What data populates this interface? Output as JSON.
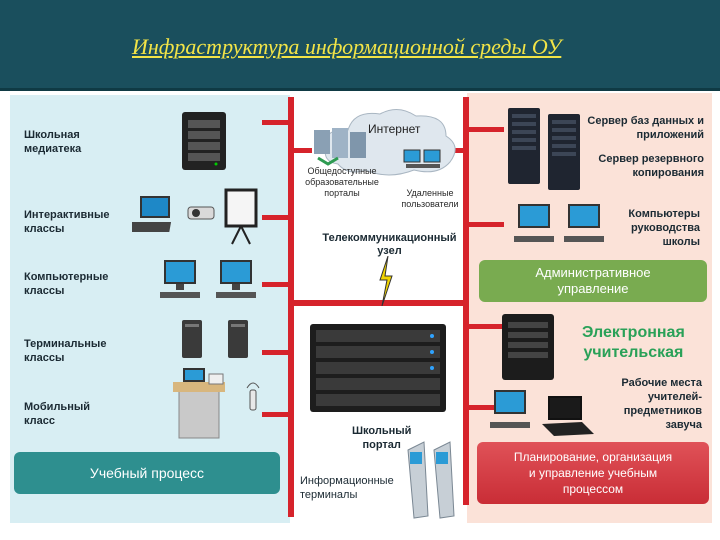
{
  "title": "Инфраструктура информационной среды ОУ",
  "left": {
    "items": [
      {
        "label": "Школьная\nмедиатека"
      },
      {
        "label": "Интерактивные\nклассы"
      },
      {
        "label": "Компьютерные\nклассы"
      },
      {
        "label": "Терминальные\nклассы"
      },
      {
        "label": "Мобильный\nкласс"
      }
    ],
    "footer": "Учебный процесс"
  },
  "center": {
    "internet": "Интернет",
    "portals": "Общедоступные\nобразовательные\nпорталы",
    "remote_users": "Удаленные\nпользователи",
    "telecom_node": "Телекоммуникационный\nузел",
    "school_portal": "Школьный\nпортал",
    "info_terminals": "Информационные\nтерминалы"
  },
  "right": {
    "db_server": "Сервер баз данных и\nприложений",
    "backup_server": "Сервер резервного\nкопирования",
    "admin_computers": "Компьютеры\nруководства\nшколы",
    "admin_box": "Административное\nуправление",
    "e_teacher": "Электронная\nучительская",
    "teacher_workplaces": "Рабочие места\nучителей-\nпредметников\nзавуча",
    "planning_box": "Планирование, организация\nи управление учебным\nпроцессом"
  },
  "colors": {
    "header_bg": "#1a4f5d",
    "title": "#f2e447",
    "bus": "#d6232b",
    "left_panel": "#d8eef3",
    "right_panel": "#fbe2d8",
    "teal": "#2e8f8f",
    "green": "#79ab50",
    "red": "#d63b42"
  }
}
